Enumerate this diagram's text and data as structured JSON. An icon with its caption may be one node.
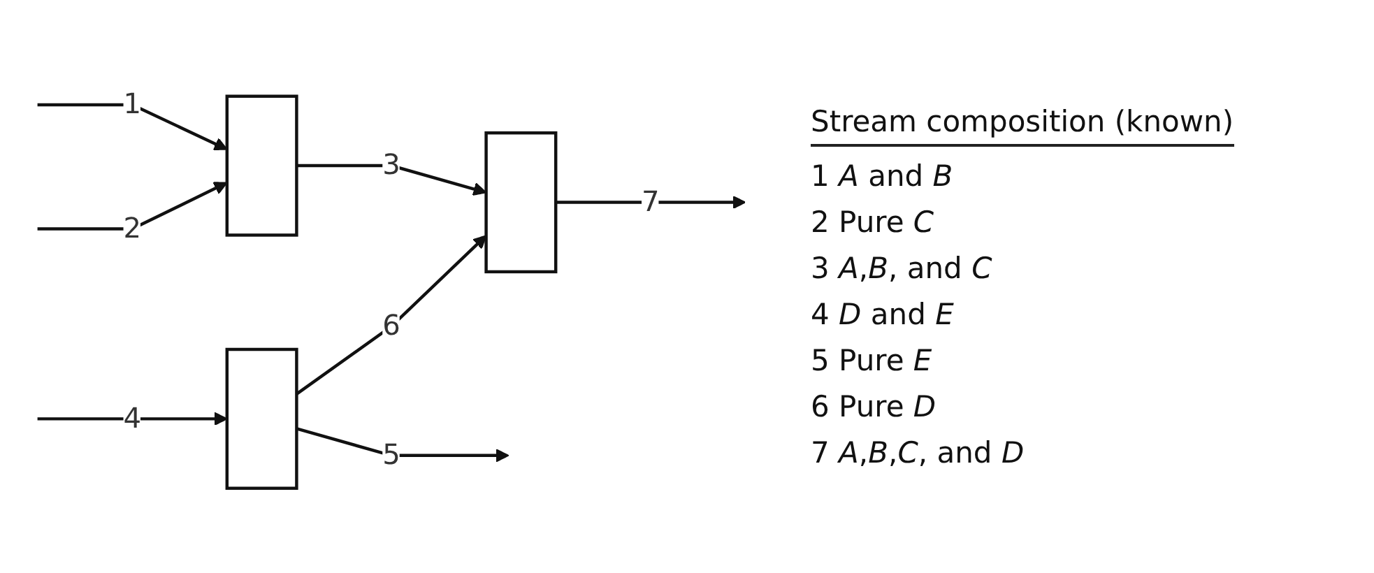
{
  "diagram": {
    "nodes": [
      {
        "text": [],
        "shape": "box"
      },
      {
        "text": [],
        "shape": "box"
      },
      {
        "text": [],
        "shape": "box"
      }
    ],
    "edges": [
      {
        "from": null,
        "to": 0,
        "arrow": "to",
        "label": "1"
      },
      {
        "from": null,
        "to": 0,
        "arrow": "to",
        "label": "2"
      },
      {
        "from": 0,
        "to": 1,
        "arrow": "to",
        "label": "3"
      },
      {
        "from": null,
        "to": 2,
        "arrow": "to",
        "label": "4"
      },
      {
        "from": 2,
        "to": null,
        "arrow": "to",
        "label": "5"
      },
      {
        "from": 2,
        "to": 1,
        "arrow": "to",
        "label": "6"
      },
      {
        "from": 1,
        "to": null,
        "arrow": "to",
        "label": "7"
      }
    ],
    "labels": [
      "Stream composition (known)",
      "1 *A* and *B*",
      "2 Pure *C*",
      "3 *A*,*B*, and *C*",
      "4 *D* and *E*",
      "5 Pure *E*",
      "6 Pure *D*",
      "7 *A*,*B*,*C*, and *D*"
    ]
  }
}
